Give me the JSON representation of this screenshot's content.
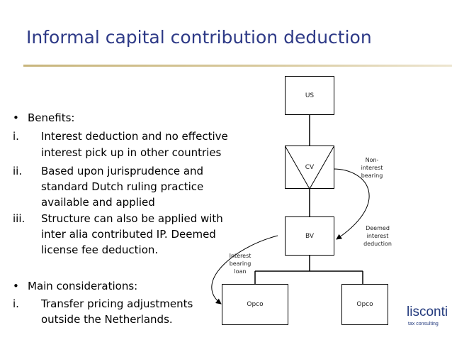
{
  "title": "Informal capital contribution deduction",
  "benefits": {
    "heading_bullet": "•",
    "heading": "Benefits:",
    "items": [
      {
        "marker": "i.",
        "lines": [
          "Interest deduction and no effective",
          "interest pick up in other countries"
        ]
      },
      {
        "marker": "ii.",
        "lines": [
          "Based upon jurisprudence and",
          "standard Dutch ruling practice",
          "available and applied"
        ]
      },
      {
        "marker": "iii.",
        "lines": [
          "Structure can also be applied with",
          "inter alia contributed IP.  Deemed",
          "license fee deduction."
        ]
      }
    ]
  },
  "considerations": {
    "heading_bullet": "•",
    "heading": "Main considerations:",
    "items": [
      {
        "marker": "i.",
        "lines": [
          "Transfer pricing adjustments",
          "outside the Netherlands."
        ]
      }
    ]
  },
  "diagram": {
    "nodes": {
      "us": "US",
      "cv": "CV",
      "bv": "BV",
      "opco_left": "Opco",
      "opco_right": "Opco"
    },
    "labels": {
      "non_interest_bearing": [
        "Non-",
        "interest",
        "bearing"
      ],
      "deemed_interest_deduction": [
        "Deemed",
        "interest",
        "deduction"
      ],
      "interest_bearing_loan": [
        "Interest",
        "bearing",
        "loan"
      ]
    }
  },
  "logo": {
    "name": "lisconti",
    "tagline": "tax consulting"
  },
  "colors": {
    "title": "#2e3a87",
    "rule": "#c8b57c",
    "logo": "#233a7d"
  }
}
